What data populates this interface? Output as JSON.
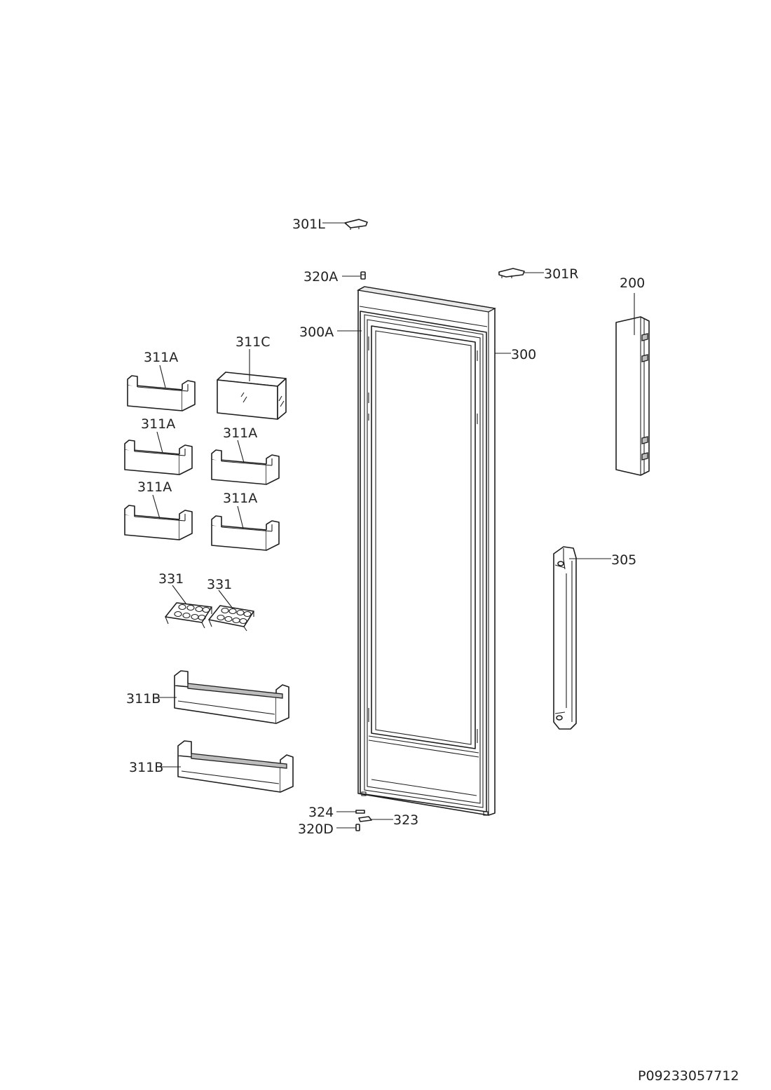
{
  "callouts": {
    "c301L": "301L",
    "c320A": "320A",
    "c301R": "301R",
    "c200": "200",
    "c300A": "300A",
    "c300": "300",
    "c311C": "311C",
    "c311A_1": "311A",
    "c311A_2": "311A",
    "c311A_3": "311A",
    "c311A_4": "311A",
    "c311A_5": "311A",
    "c331_1": "331",
    "c331_2": "331",
    "c305": "305",
    "c311B_1": "311B",
    "c311B_2": "311B",
    "c324": "324",
    "c323": "323",
    "c320D": "320D"
  },
  "document_code": "P09233057712"
}
